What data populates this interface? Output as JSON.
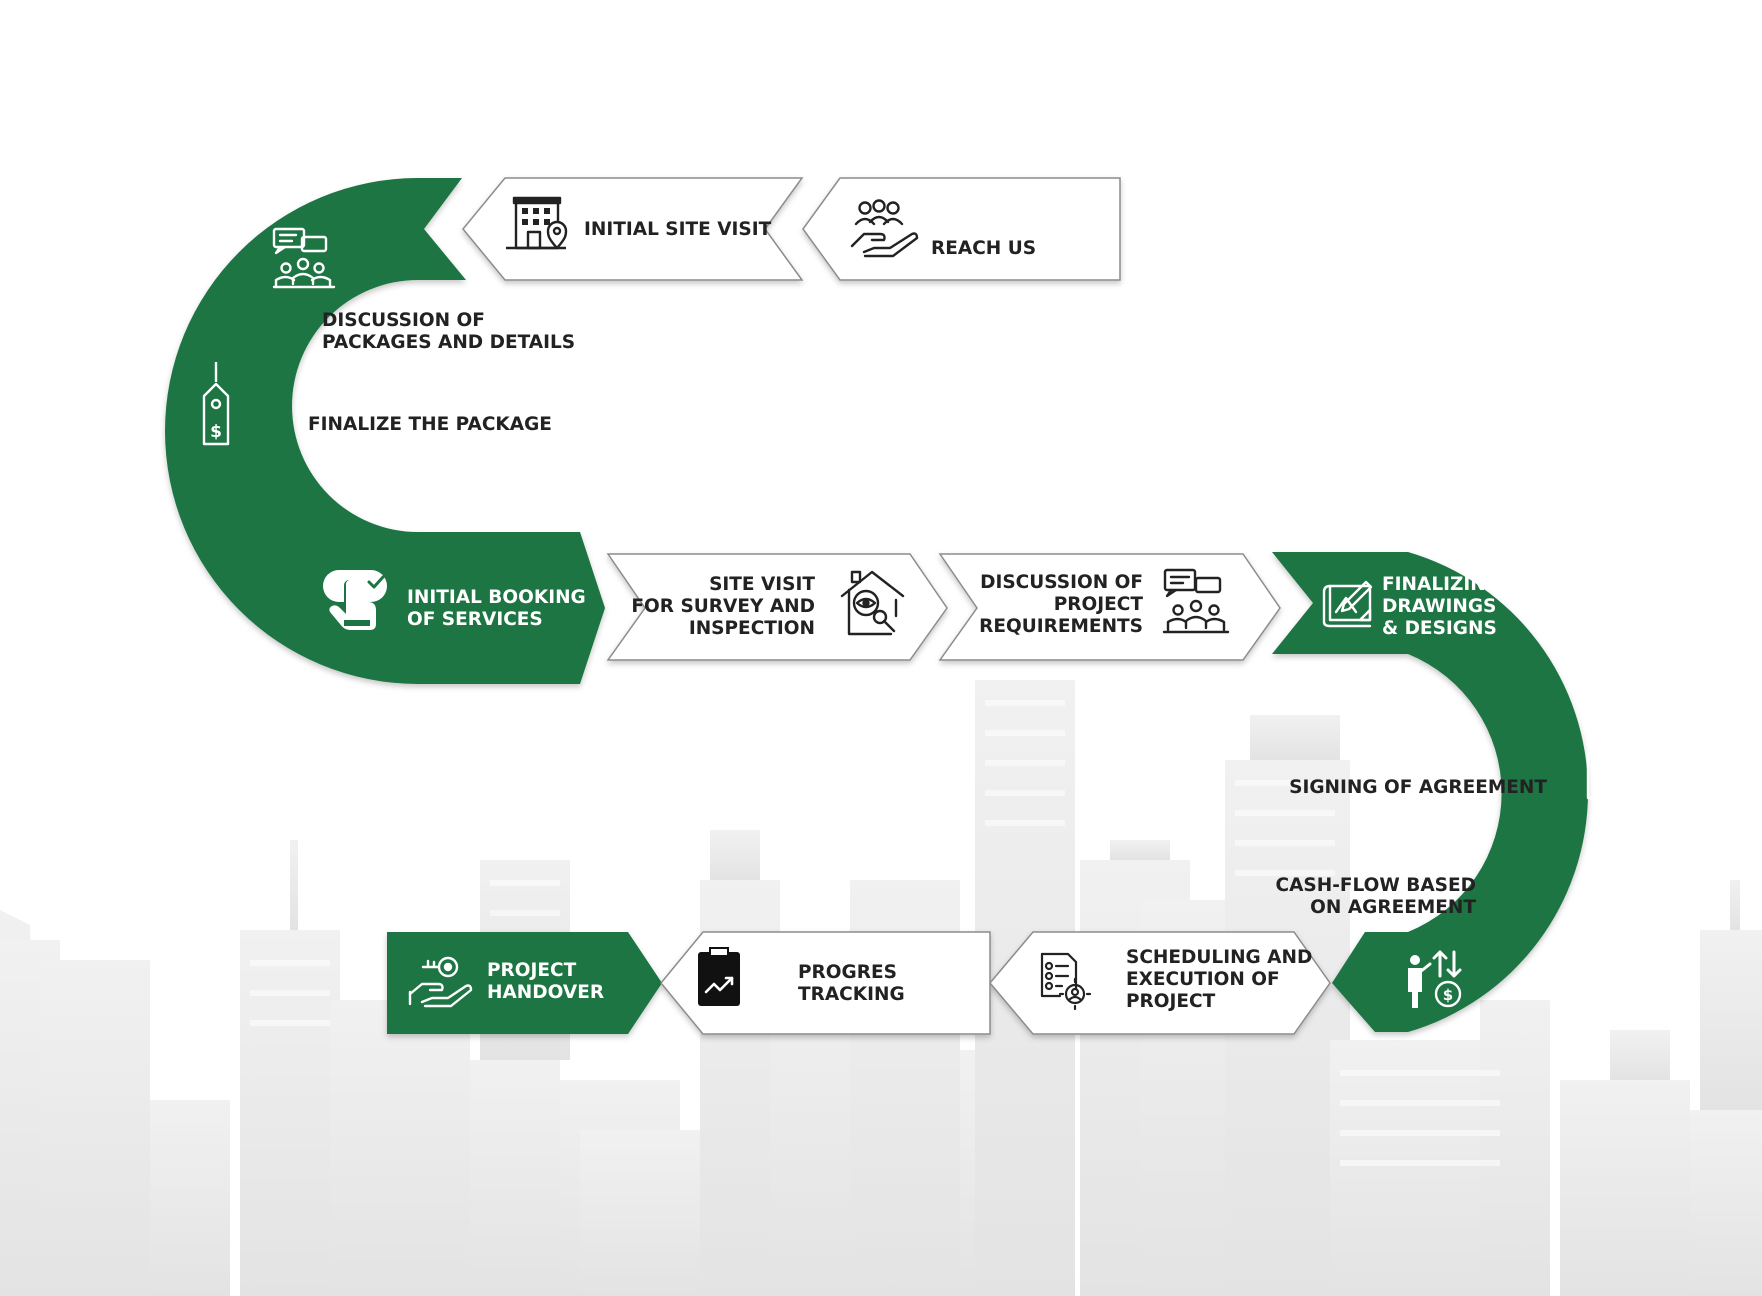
{
  "colors": {
    "brand_green": "#1c7443",
    "card_fill": "#ffffff",
    "card_border": "#8c8c8c",
    "dark_text": "#222222",
    "light_text": "#ffffff",
    "city": "#e9e9e9"
  },
  "steps": [
    {
      "icon": "community-hand-icon",
      "lines": [
        "REACH US"
      ]
    },
    {
      "icon": "building-location-icon",
      "lines": [
        "INITIAL SITE VISIT"
      ]
    },
    {
      "icon": "team-discussion-icon",
      "lines": [
        "DISCUSSION OF",
        "PACKAGES AND DETAILS"
      ]
    },
    {
      "icon": "price-tag-icon",
      "lines": [
        "FINALIZE THE PACKAGE"
      ]
    },
    {
      "icon": "touch-booking-icon",
      "lines": [
        "INITIAL BOOKING",
        "OF SERVICES"
      ]
    },
    {
      "icon": "house-inspection-icon",
      "lines": [
        "SITE VISIT",
        "FOR SURVEY AND",
        "INSPECTION"
      ]
    },
    {
      "icon": "team-discussion-icon",
      "lines": [
        "DISCUSSION OF",
        "PROJECT",
        "REQUIREMENTS"
      ]
    },
    {
      "icon": "blueprint-drawing-icon",
      "lines": [
        "FINALIZING",
        "DRAWINGS",
        "& DESIGNS"
      ]
    },
    {
      "icon": "signed-agreement-icon",
      "lines": [
        "SIGNING OF AGREEMENT"
      ]
    },
    {
      "icon": "cash-flow-icon",
      "lines": [
        "CASH-FLOW BASED",
        "ON AGREEMENT"
      ]
    },
    {
      "icon": "schedule-checklist-icon",
      "lines": [
        "SCHEDULING AND",
        "EXECUTION OF",
        "PROJECT"
      ]
    },
    {
      "icon": "progress-chart-icon",
      "lines": [
        "PROGRES",
        "TRACKING"
      ]
    },
    {
      "icon": "key-handover-icon",
      "lines": [
        "PROJECT",
        "HANDOVER"
      ]
    }
  ]
}
